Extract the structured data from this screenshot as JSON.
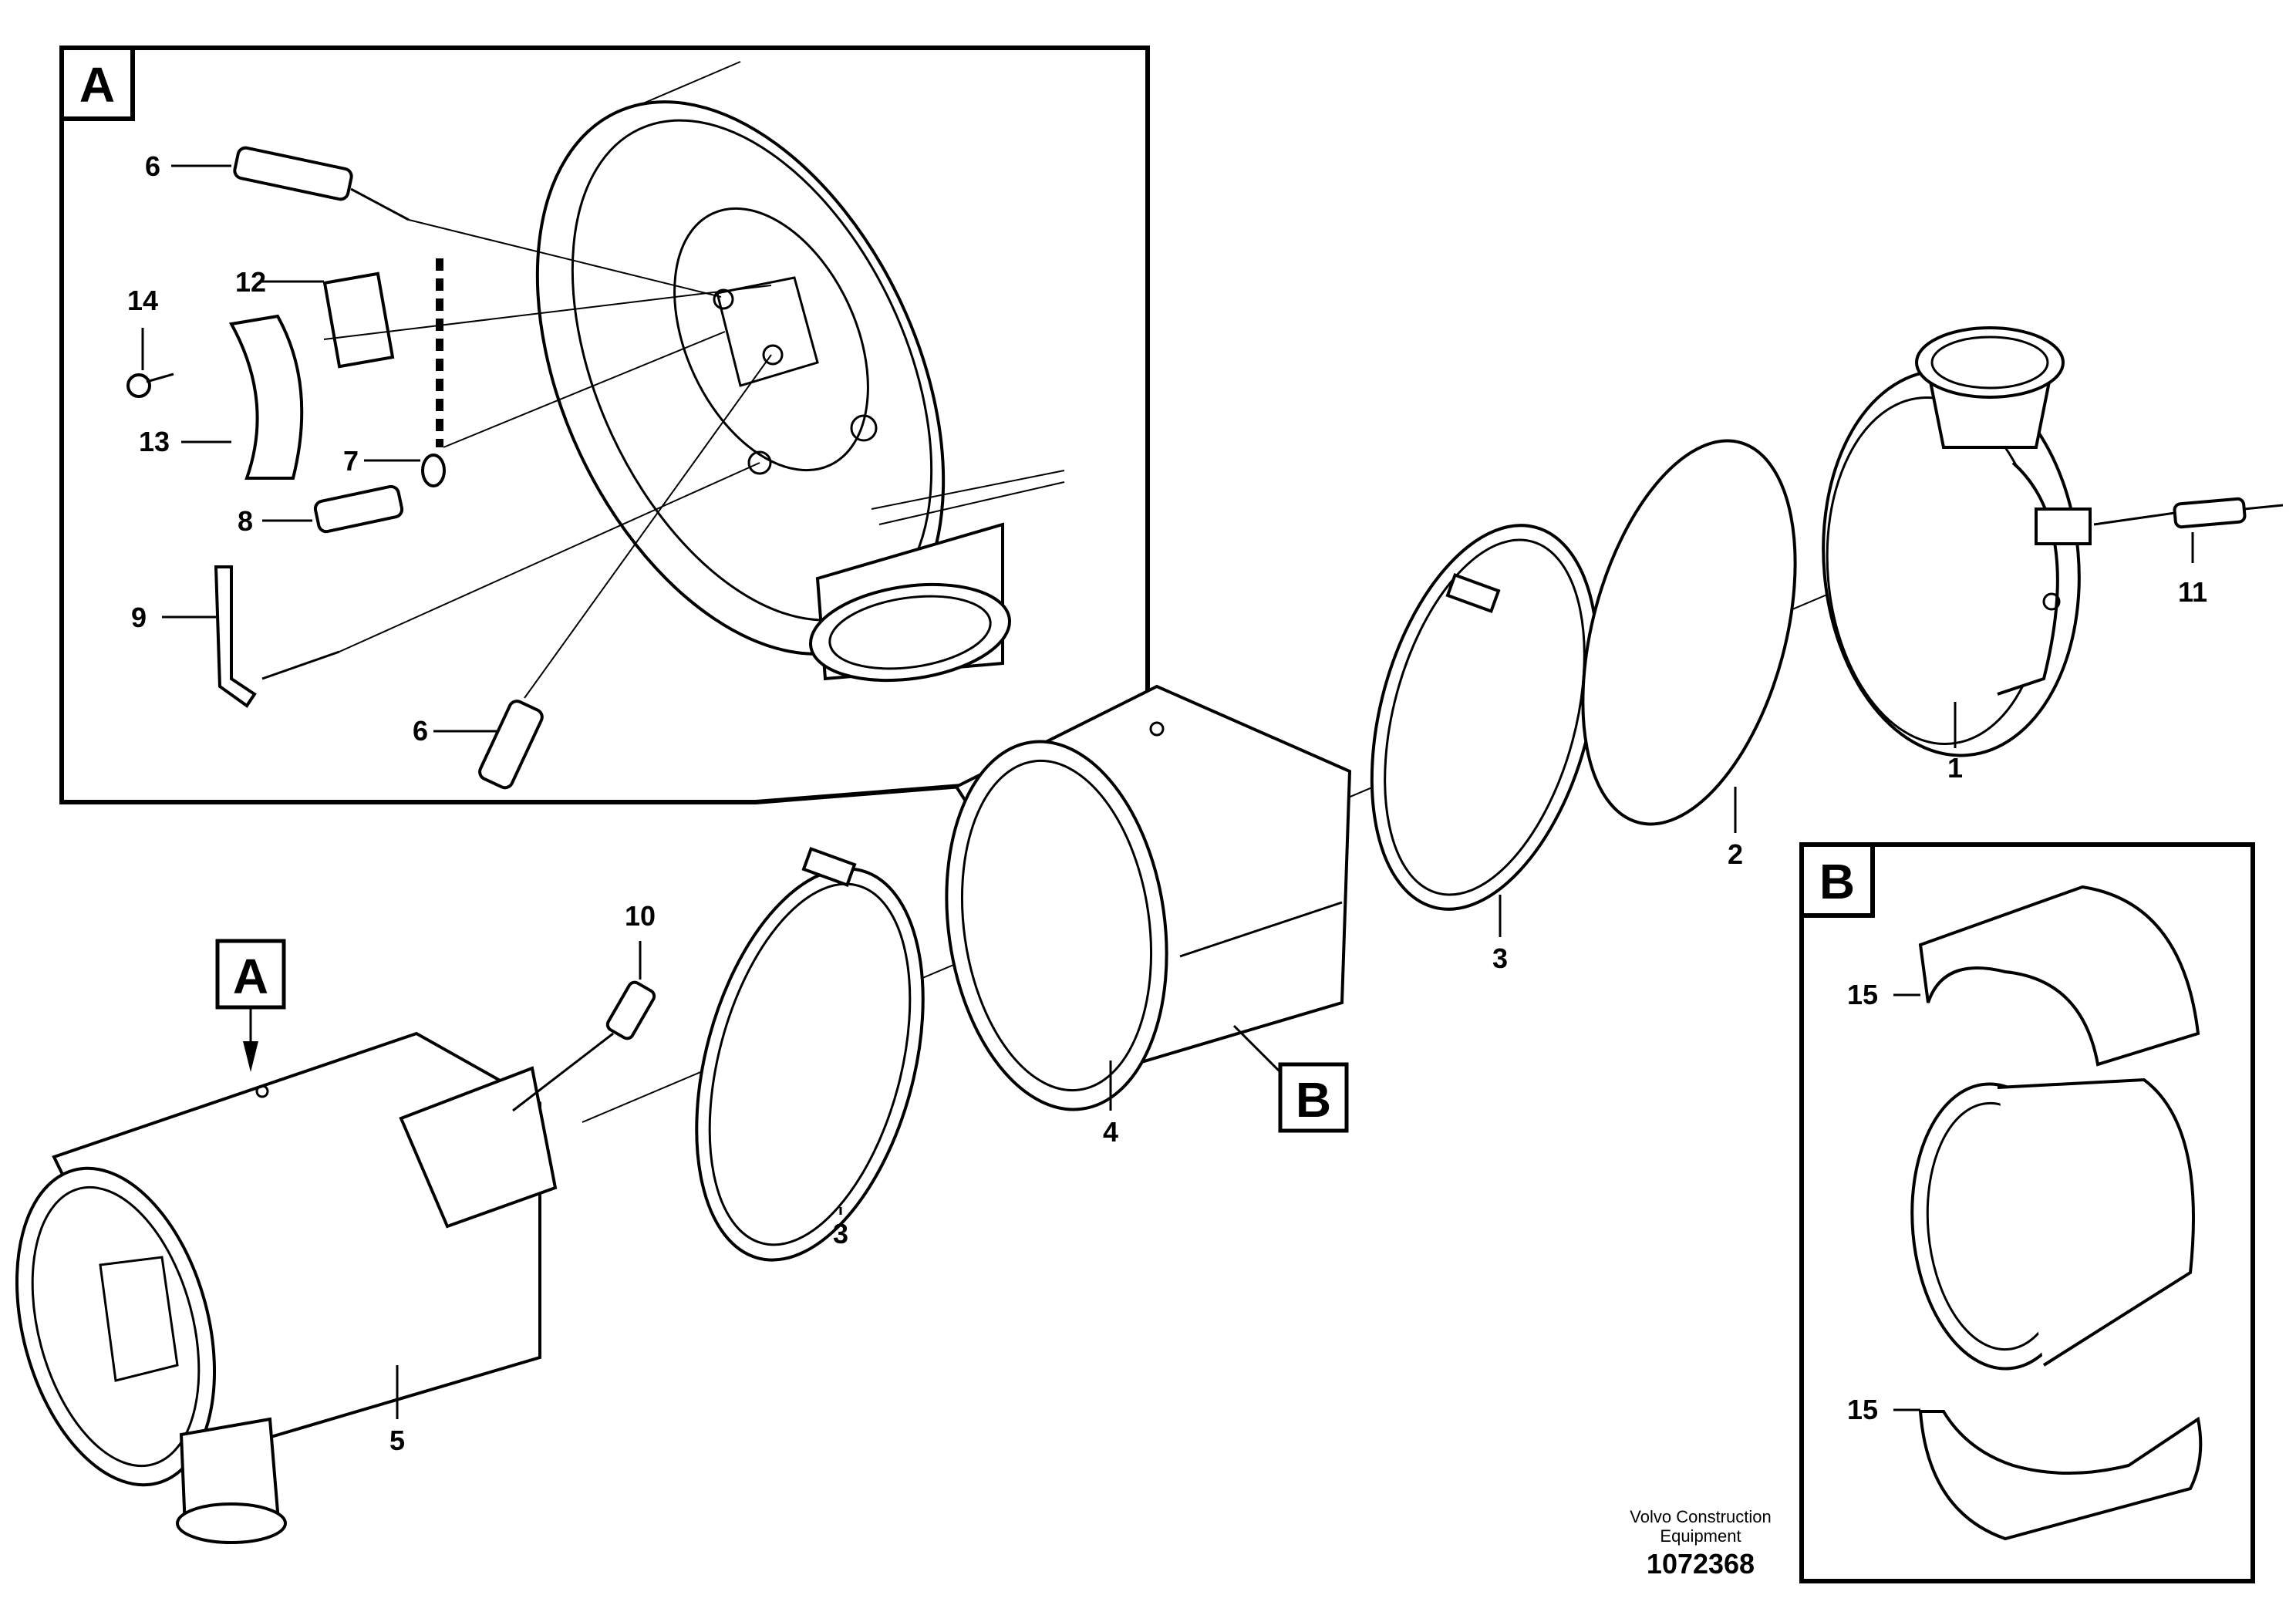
{
  "views": {
    "detail_a": "A",
    "detail_b": "B",
    "marker_a": "A",
    "marker_b": "B"
  },
  "callouts": {
    "c1": "1",
    "c2": "2",
    "c3_upper": "3",
    "c3_lower": "3",
    "c4": "4",
    "c5": "5",
    "c6_top": "6",
    "c6_bottom": "6",
    "c7": "7",
    "c8": "8",
    "c9": "9",
    "c10": "10",
    "c11": "11",
    "c12": "12",
    "c13": "13",
    "c14": "14",
    "c15_top": "15",
    "c15_bottom": "15"
  },
  "footer": {
    "line1": "Volvo Construction",
    "line2": "Equipment",
    "number": "1072368"
  }
}
